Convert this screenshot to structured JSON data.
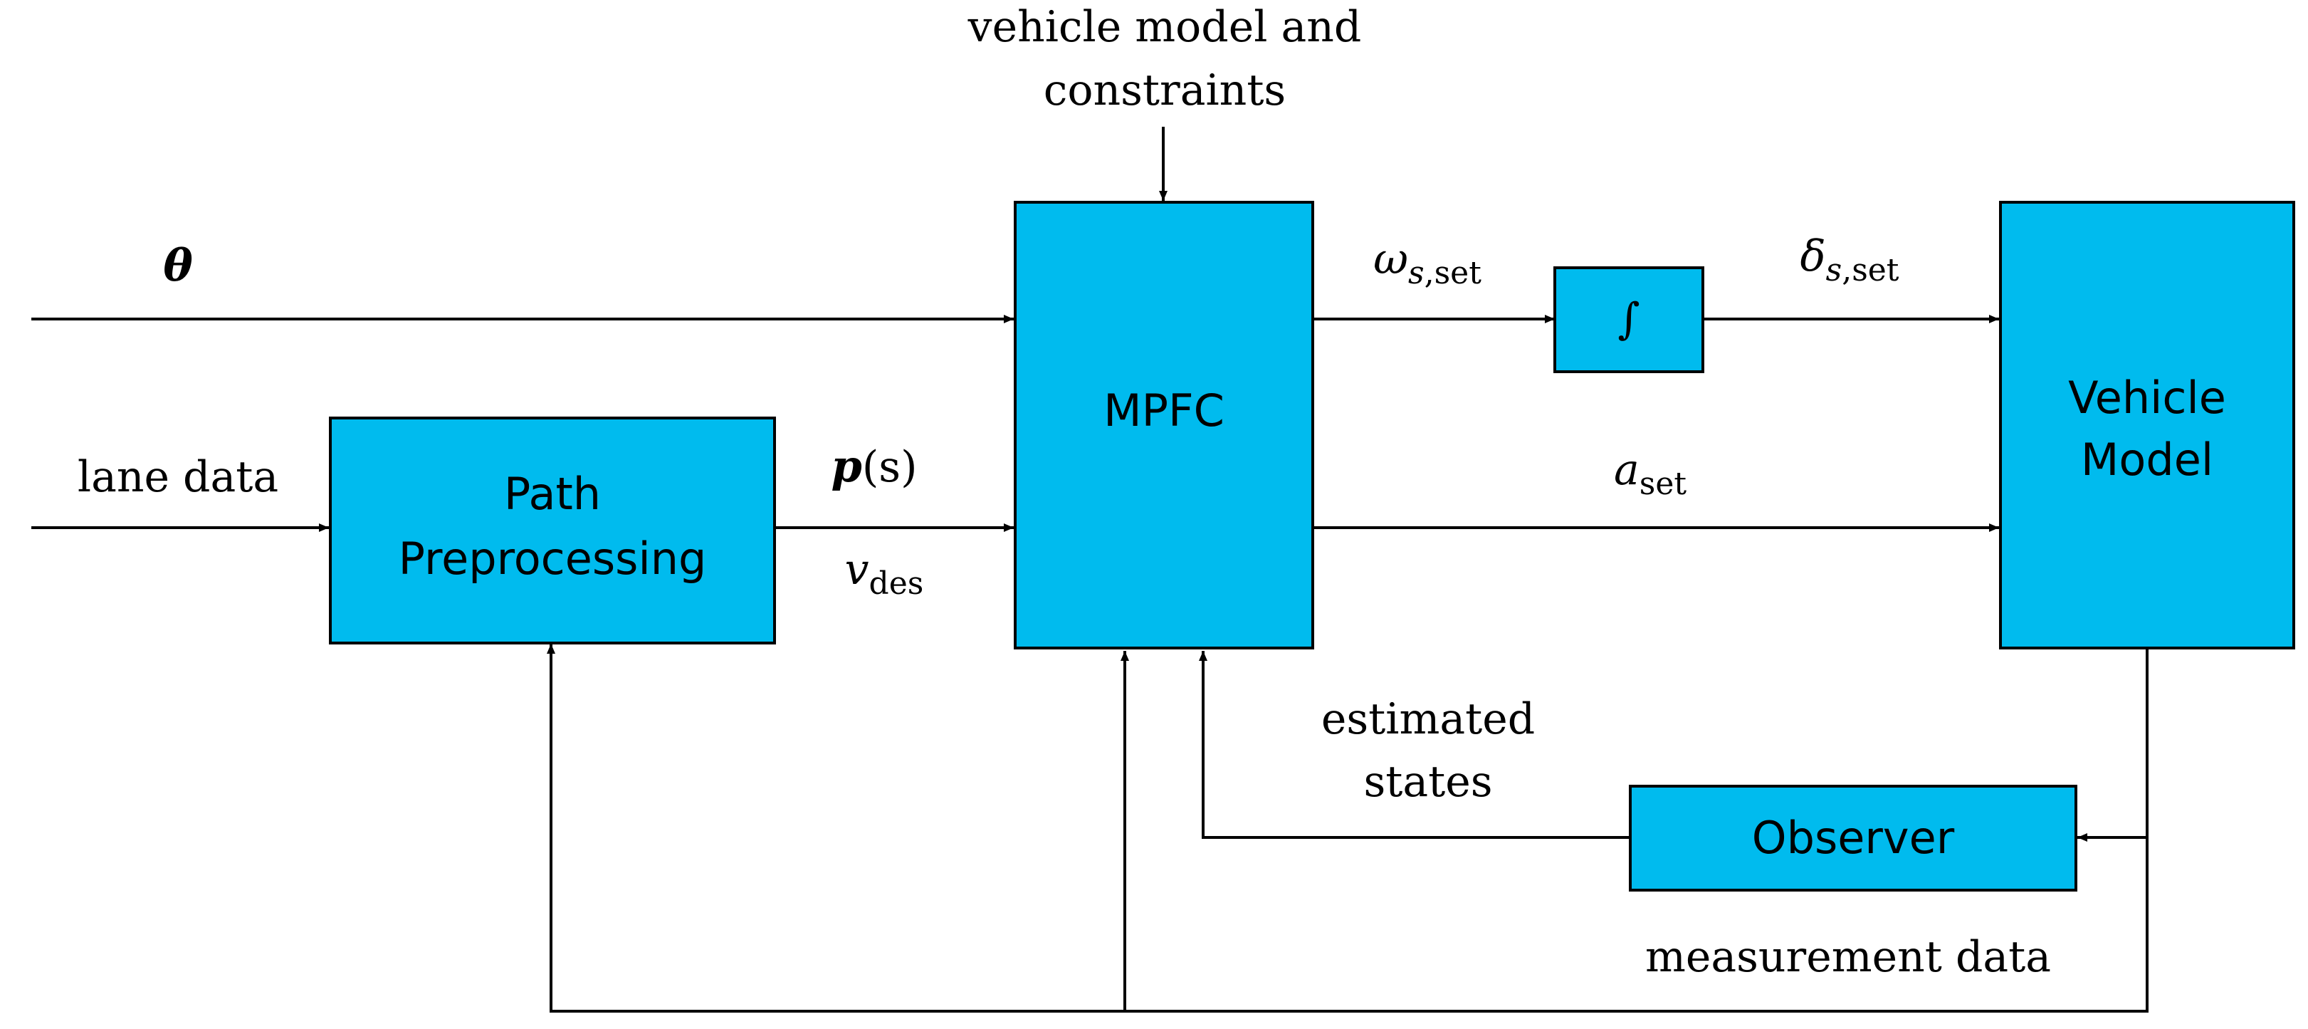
{
  "blocks": {
    "mpfc": "MPFC",
    "path_preprocessing": [
      "Path",
      "Preprocessing"
    ],
    "integrator": "∫",
    "vehicle_model": [
      "Vehicle",
      "Model"
    ],
    "observer": "Observer"
  },
  "labels": {
    "vehicle_model_constraints": [
      "vehicle model and",
      "constraints"
    ],
    "theta": "θ",
    "lane_data": "lane data",
    "path_fn": {
      "symbol": "p",
      "arg": "(s)"
    },
    "v_des": {
      "symbol": "v",
      "sub": "des"
    },
    "omega_set": {
      "symbol": "ω",
      "sub_italic": "s",
      "sub": ",set"
    },
    "delta_set": {
      "symbol": "δ",
      "sub_italic": "s",
      "sub": ",set"
    },
    "a_set": {
      "symbol": "a",
      "sub": "set"
    },
    "estimated_states": [
      "estimated",
      "states"
    ],
    "measurement_data": "measurement data"
  },
  "colors": {
    "block_fill": "#00bbee",
    "line": "#000000"
  }
}
